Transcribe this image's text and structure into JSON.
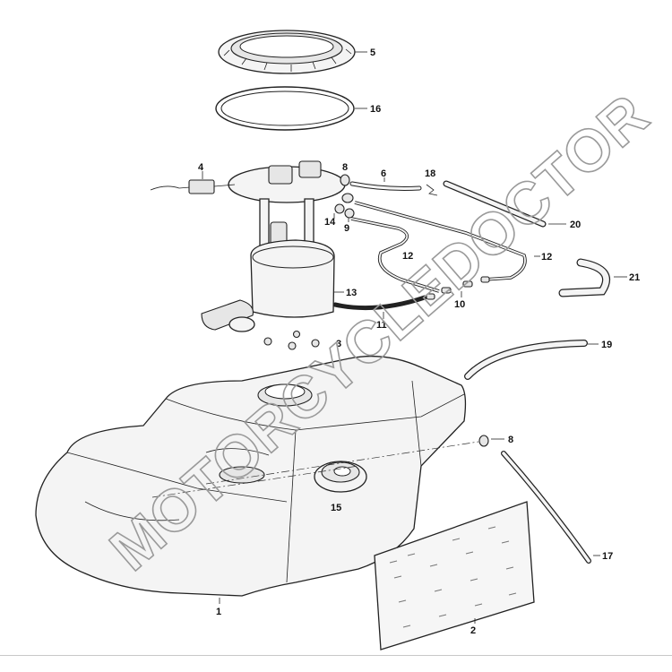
{
  "labels": {
    "p1": "1",
    "p2": "2",
    "p3": "3",
    "p4": "4",
    "p5": "5",
    "p6": "6",
    "p8a": "8",
    "p8b": "8",
    "p9": "9",
    "p10": "10",
    "p11": "11",
    "p12a": "12",
    "p12b": "12",
    "p13": "13",
    "p14": "14",
    "p15": "15",
    "p16": "16",
    "p17": "17",
    "p18": "18",
    "p19": "19",
    "p20": "20",
    "p21": "21"
  },
  "watermark": "MOTORCYCLEDOCTOR"
}
